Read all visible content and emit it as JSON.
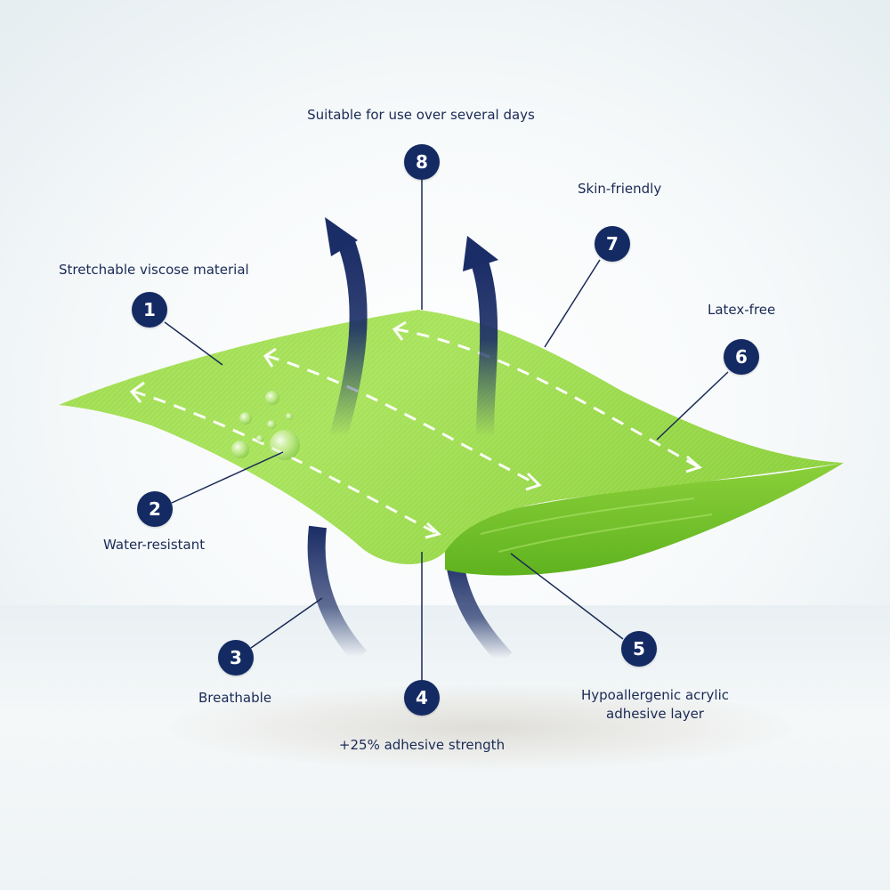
{
  "features": [
    {
      "num": "1",
      "label": "Stretchable viscose material"
    },
    {
      "num": "2",
      "label": "Water-resistant"
    },
    {
      "num": "3",
      "label": "Breathable"
    },
    {
      "num": "4",
      "label": "+25% adhesive strength"
    },
    {
      "num": "5",
      "label": "Hypoallergenic acrylic\nadhesive layer"
    },
    {
      "num": "6",
      "label": "Latex-free"
    },
    {
      "num": "7",
      "label": "Skin-friendly"
    },
    {
      "num": "8",
      "label": "Suitable for use over several days"
    }
  ],
  "colors": {
    "badge": "#132a63",
    "text": "#1a2a55",
    "material_light": "#a6e25a",
    "material_dark": "#6cc22a",
    "arrow": "#1b2d66"
  }
}
